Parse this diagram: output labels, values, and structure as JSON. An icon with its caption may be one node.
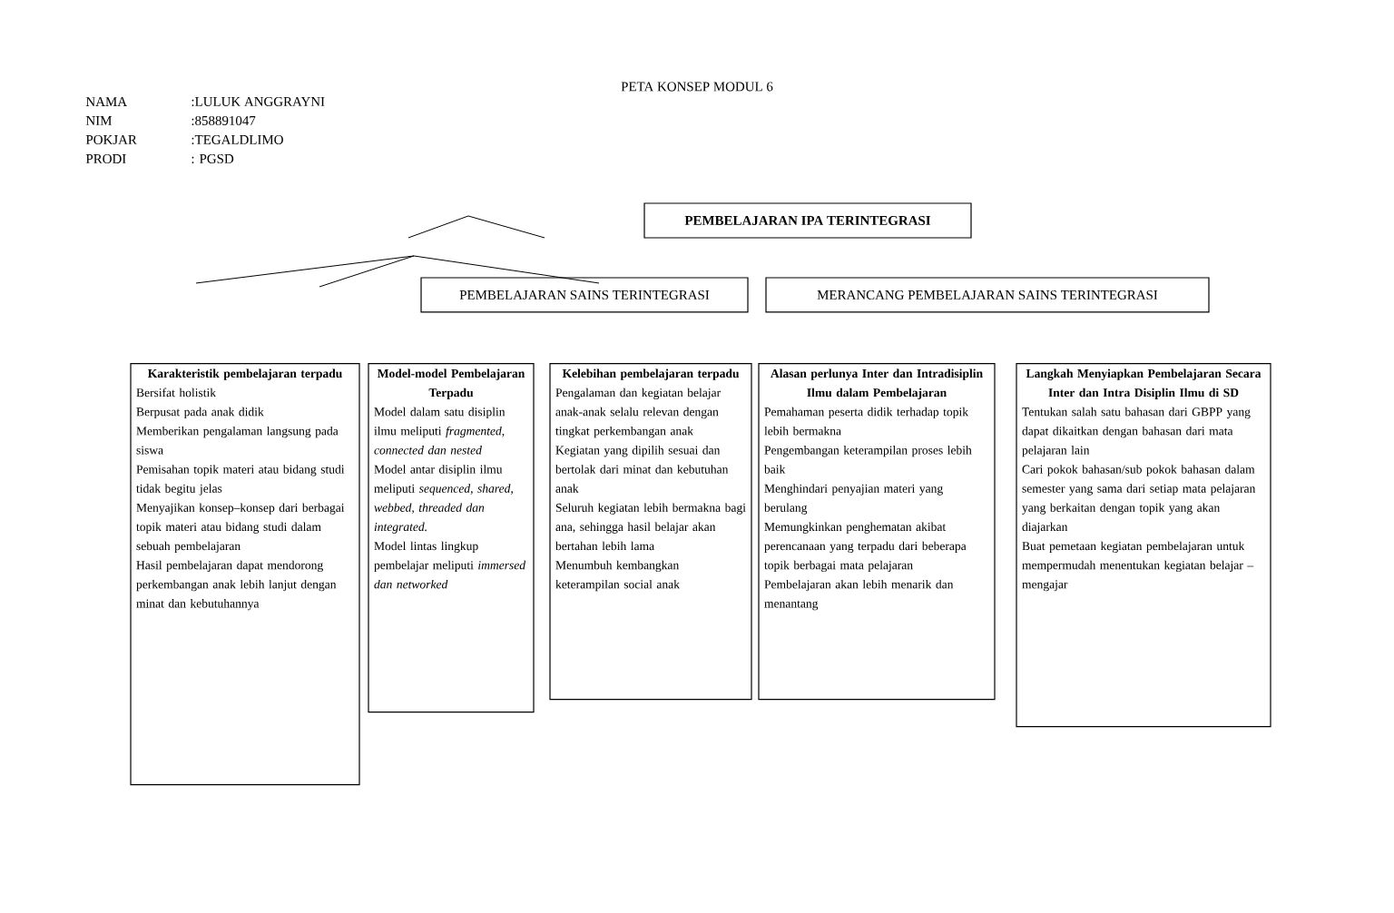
{
  "diagram": {
    "title": "PETA KONSEP MODUL 6",
    "nodes": [
      {
        "text": [
          "PEMBELAJARAN IPA TERINTEGRASI"
        ]
      },
      {
        "text": [
          "PEMBELAJARAN SAINS TERINTEGRASI"
        ]
      },
      {
        "text": [
          "MERANCANG PEMBELAJARAN SAINS TERINTEGRASI"
        ]
      },
      {
        "text": [
          "Karakteristik pembelajaran terpadu",
          "Bersifat holistik",
          "Berpusat pada anak didik",
          "Memberikan pengalaman langsung pada siswa",
          "Pemisahan topik materi atau bidang studi tidak begitu jelas",
          "Menyajikan konsep–konsep dari berbagai topik materi atau bidang studi dalam sebuah pembelajaran",
          "Hasil pembelajaran dapat mendorong perkembangan anak lebih lanjut dengan minat dan kebutuhannya"
        ]
      },
      {
        "text": [
          "Model-model Pembelajaran Terpadu",
          "Model dalam satu disiplin ilmu meliputi *fragmented, connected dan nested*",
          "Model antar disiplin ilmu meliputi *sequenced, shared, webbed, threaded dan integrated.*",
          "Model lintas lingkup pembelajar meliputi *immersed dan networked*"
        ]
      },
      {
        "text": [
          "Kelebihan pembelajaran terpadu",
          "Pengalaman dan kegiatan belajar anak-anak selalu relevan dengan tingkat perkembangan anak",
          "Kegiatan yang dipilih sesuai dan bertolak dari minat dan kebutuhan anak",
          "Seluruh kegiatan lebih bermakna bagi ana, sehingga hasil belajar akan bertahan lebih lama",
          "Menumbuh kembangkan keterampilan social anak"
        ]
      },
      {
        "text": [
          "Alasan perlunya Inter dan Intradisiplin Ilmu dalam Pembelajaran",
          "Pemahaman peserta didik terhadap topik lebih bermakna",
          "Pengembangan keterampilan proses lebih baik",
          "Menghindari penyajian materi yang berulang",
          "Memungkinkan penghematan akibat perencanaan yang terpadu dari beberapa topik berbagai mata pelajaran",
          "Pembelajaran akan lebih menarik dan menantang"
        ]
      },
      {
        "text": [
          "Langkah Menyiapkan Pembelajaran Secara Inter dan Intra Disiplin Ilmu di SD",
          "Tentukan salah satu bahasan dari GBPP yang dapat dikaitkan dengan bahasan dari mata pelajaran lain",
          "Cari pokok bahasan/sub pokok bahasan dalam semester yang sama dari setiap mata pelajaran yang berkaitan dengan topik yang akan diajarkan",
          "Buat pemetaan kegiatan pembelajaran untuk mempermudah menentukan kegiatan belajar – mengajar"
        ]
      }
    ],
    "labels": [
      "NAMA",
      ":LULUK ANGGRAYNI",
      "NIM",
      ":858891047",
      "POKJAR",
      ":TEGALDLIMO",
      "PRODI",
      ": PGSD"
    ]
  }
}
